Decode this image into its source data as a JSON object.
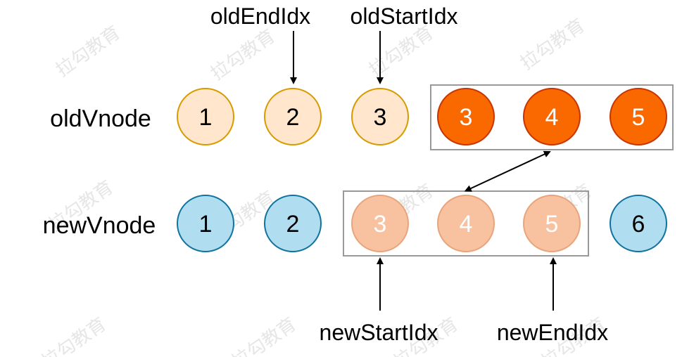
{
  "rows": {
    "old": {
      "label": "oldVnode",
      "nodes": [
        {
          "text": "1",
          "state": "pending-old"
        },
        {
          "text": "2",
          "state": "pending-old"
        },
        {
          "text": "3",
          "state": "pending-old"
        },
        {
          "text": "3",
          "state": "moved-old"
        },
        {
          "text": "4",
          "state": "moved-old"
        },
        {
          "text": "5",
          "state": "moved-old"
        }
      ]
    },
    "new": {
      "label": "newVnode",
      "nodes": [
        {
          "text": "1",
          "state": "new"
        },
        {
          "text": "2",
          "state": "new"
        },
        {
          "text": "3",
          "state": "pending-new"
        },
        {
          "text": "4",
          "state": "pending-new"
        },
        {
          "text": "5",
          "state": "pending-new"
        },
        {
          "text": "6",
          "state": "new"
        }
      ]
    }
  },
  "pointers": {
    "old_end": "oldEndIdx",
    "old_start": "oldStartIdx",
    "new_start": "newStartIdx",
    "new_end": "newEndIdx"
  },
  "colors": {
    "pending-old": {
      "fill": "#ffe6cc",
      "stroke": "#d79b00",
      "text": "#000000"
    },
    "moved-old": {
      "fill": "#fa6800",
      "stroke": "#c73500",
      "text": "#ffffff"
    },
    "new": {
      "fill": "#b1ddf0",
      "stroke": "#10739e",
      "text": "#000000"
    },
    "pending-new": {
      "fill": "#f8c19f",
      "stroke": "#e8a57c",
      "text": "#ffffff"
    },
    "group_box": "#999999",
    "arrow": "#000000"
  },
  "watermark": "拉勾教育"
}
